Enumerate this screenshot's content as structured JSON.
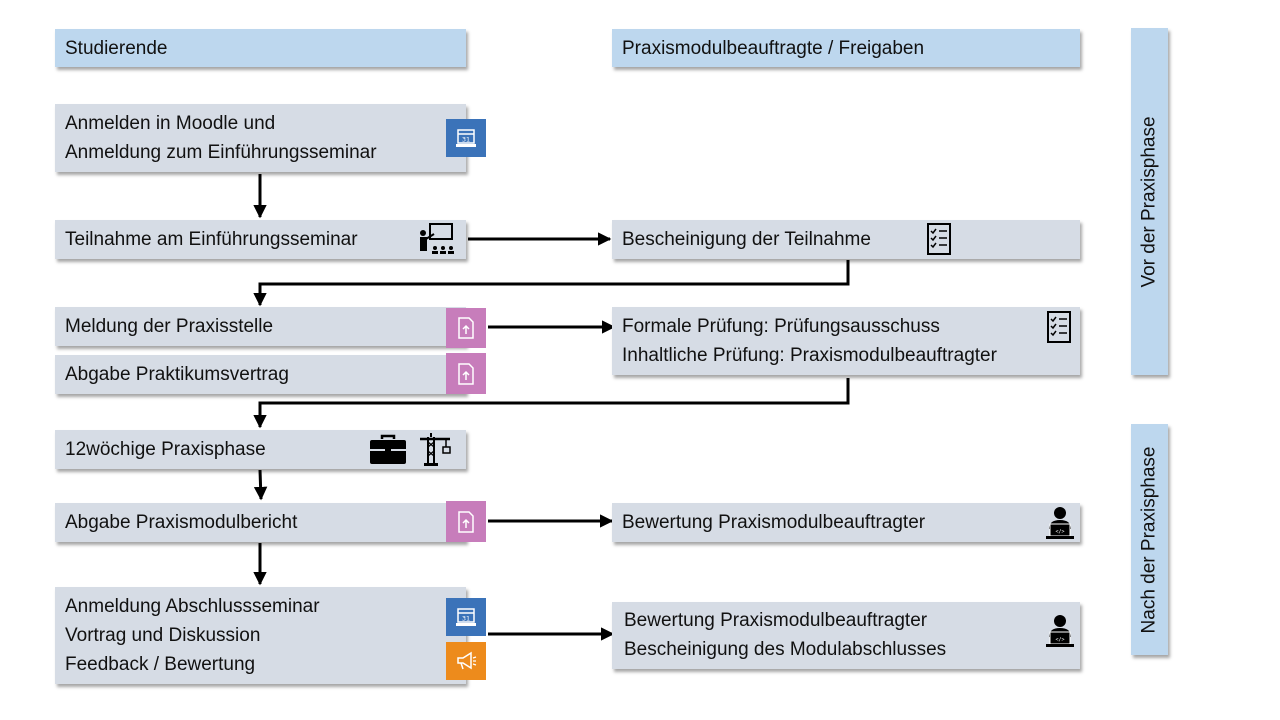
{
  "headers": {
    "students": "Studierende",
    "officers": "Praxismodulbeauftragte / Freigaben"
  },
  "phases": {
    "before": "Vor der Praxisphase",
    "after": "Nach der Praxisphase"
  },
  "steps": {
    "moodle": [
      "Anmelden in Moodle und",
      "Anmeldung zum Einführungsseminar"
    ],
    "seminar": "Teilnahme am Einführungsseminar",
    "certificate": "Bescheinigung der Teilnahme",
    "placement": "Meldung der Praxisstelle",
    "contract": "Abgabe Praktikumsvertrag",
    "review": [
      "Formale Prüfung: Prüfungsausschuss",
      "Inhaltliche Prüfung: Praxismodulbeauftragter"
    ],
    "practice": "12wöchige Praxisphase",
    "report": "Abgabe Praxismodulbericht",
    "report_grading": "Bewertung Praxismodulbeauftragter",
    "final": [
      "Anmeldung Abschlussseminar",
      "Vortrag und Diskussion",
      "Feedback / Bewertung"
    ],
    "final_grading": [
      "Bewertung Praxismodulbeauftragter",
      "Bescheinigung des Modulabschlusses"
    ]
  },
  "colors": {
    "box": "#d6dce5",
    "header": "#bdd7ee",
    "calendar_badge": "#3b73b9",
    "upload_badge": "#c77dbb",
    "announce_badge": "#ed8b1c"
  },
  "icons": {
    "calendar": "calendar-icon",
    "presentation": "presentation-icon",
    "checklist": "checklist-icon",
    "upload": "file-upload-icon",
    "briefcase": "briefcase-icon",
    "crane": "crane-icon",
    "coder": "person-laptop-icon",
    "megaphone": "megaphone-icon"
  }
}
